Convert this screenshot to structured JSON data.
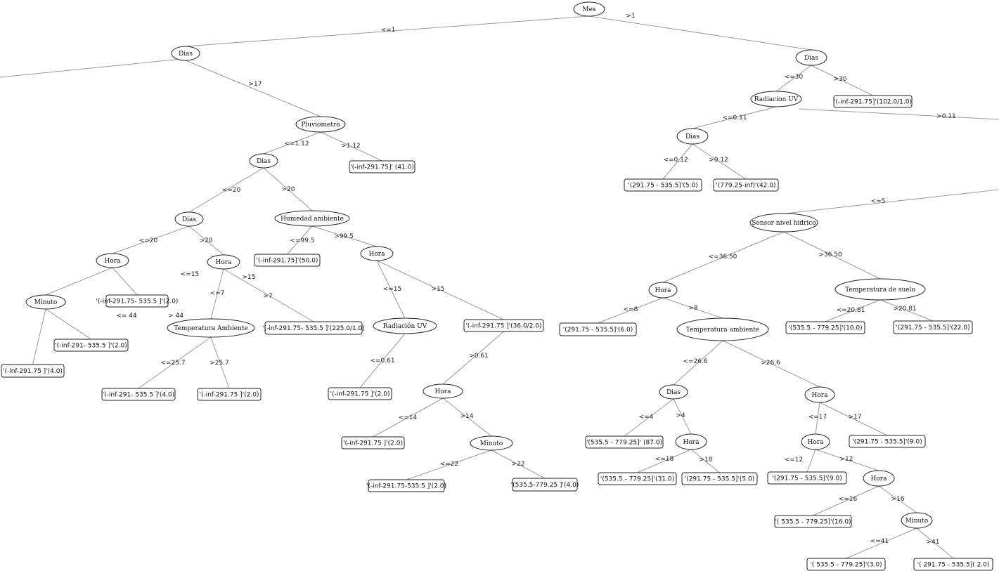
{
  "nodes": [
    {
      "id": "mes",
      "label": "Mes"
    },
    {
      "id": "diasL",
      "label": "Dias"
    },
    {
      "id": "pluv",
      "label": "Pluviometro"
    },
    {
      "id": "dias2",
      "label": "Dias"
    },
    {
      "id": "dias3",
      "label": "Dias"
    },
    {
      "id": "horaA",
      "label": "Hora"
    },
    {
      "id": "minA",
      "label": "Minuto"
    },
    {
      "id": "horaB",
      "label": "Hora"
    },
    {
      "id": "tempAmb",
      "label": "Temperatura Ambiente"
    },
    {
      "id": "humAmb",
      "label": "Humedad ambiente"
    },
    {
      "id": "horaC",
      "label": "Hora"
    },
    {
      "id": "radC",
      "label": "Radiación UV"
    },
    {
      "id": "horaD",
      "label": "Hora"
    },
    {
      "id": "minD",
      "label": "Minuto"
    },
    {
      "id": "diasR",
      "label": "Dias"
    },
    {
      "id": "radR",
      "label": "Radiacion UV"
    },
    {
      "id": "diasR2",
      "label": "Dias"
    },
    {
      "id": "sensor",
      "label": "Sensor nivel hidrico"
    },
    {
      "id": "horaE",
      "label": "Hora"
    },
    {
      "id": "tempSuelo",
      "label": "Temperatura de suelo"
    },
    {
      "id": "tempAmbR",
      "label": "Temperatura ambiente"
    },
    {
      "id": "diasF",
      "label": "Dias"
    },
    {
      "id": "horaF",
      "label": "Hora"
    },
    {
      "id": "horaG",
      "label": "Hora"
    },
    {
      "id": "horaH",
      "label": "Hora"
    },
    {
      "id": "horaI",
      "label": "Hora"
    },
    {
      "id": "minI",
      "label": "Minuto"
    }
  ],
  "leaves": [
    {
      "id": "l1",
      "label": "'(-inf-291.75]' (41.0)"
    },
    {
      "id": "l2",
      "label": "'(-inf-291.75- 535.5 ]'(2.0)"
    },
    {
      "id": "l3",
      "label": "'(-inf-291- 535.5 ]'(2.0)"
    },
    {
      "id": "l4",
      "label": "'(-inf-291.75 ]'(4.0)"
    },
    {
      "id": "l5",
      "label": "'(-inf-291.75- 535.5 ]'(225.0/1.0)"
    },
    {
      "id": "l6",
      "label": "'(-inf-291- 535.5 ]'(4.0)"
    },
    {
      "id": "l7",
      "label": "'(-inf-291.75 ]'(2.0)"
    },
    {
      "id": "l8",
      "label": "'(-inf-291.75]'(50.0)"
    },
    {
      "id": "l9",
      "label": "'(-inf-291.75 ]'(36.0/2.0)"
    },
    {
      "id": "l10",
      "label": "'(-inf-291.75 ]'(2.0)"
    },
    {
      "id": "l11",
      "label": "'(-inf-291.75 ]'(2.0)"
    },
    {
      "id": "l12",
      "label": "'(-inf-291.75-535.5 ]'(2.0)"
    },
    {
      "id": "l13",
      "label": "'(535.5-779.25 ]'(4.0)"
    },
    {
      "id": "l14",
      "label": "'(-inf-291.75]'(102.0/1.0)"
    },
    {
      "id": "l15",
      "label": "'(291.75 - 535.5]'(5.0)"
    },
    {
      "id": "l16",
      "label": "'(779.25-inf)'(42.0)"
    },
    {
      "id": "l17",
      "label": "'(291.75 - 535.5]'(6.0)"
    },
    {
      "id": "l18",
      "label": "'(535.5 - 779.25]'(10.0)"
    },
    {
      "id": "l19",
      "label": "'(291.75 - 535.5]'(22.0)"
    },
    {
      "id": "l20",
      "label": "'(535.5 - 779.25]' (87.0)"
    },
    {
      "id": "l21",
      "label": "'(535.5 - 779.25]'(31.0)"
    },
    {
      "id": "l22",
      "label": "'(291.75 - 535.5]'(5.0)"
    },
    {
      "id": "l23",
      "label": "'(291.75 - 535.5]'(9.0)"
    },
    {
      "id": "l24",
      "label": "'(291.75 - 535.5]'(9.0)"
    },
    {
      "id": "l25",
      "label": "'( 535.5 - 779.25]'(16.0)"
    },
    {
      "id": "l26",
      "label": "'( 535.5 - 779.25]'(3.0)"
    },
    {
      "id": "l27",
      "label": "'( 291.75 - 535.5]( 2.0)"
    }
  ],
  "edges": [
    {
      "from": "mes",
      "to": "diasL",
      "label": "<=1"
    },
    {
      "from": "mes",
      "to": "diasR",
      "label": ">1"
    },
    {
      "from": "diasL",
      "to": "pluv",
      "label": ">17"
    },
    {
      "from": "pluv",
      "to": "dias2",
      "label": "<=1.12"
    },
    {
      "from": "pluv",
      "to": "l1",
      "label": ">1.12"
    },
    {
      "from": "dias2",
      "to": "dias3",
      "label": "<=20"
    },
    {
      "from": "dias2",
      "to": "humAmb",
      "label": ">20"
    },
    {
      "from": "dias3",
      "to": "horaA",
      "label": "<=20"
    },
    {
      "from": "dias3",
      "to": "horaB",
      "label": ">20"
    },
    {
      "from": "horaA",
      "to": "minA",
      "label": ""
    },
    {
      "from": "horaA",
      "to": "l2",
      "label": ""
    },
    {
      "from": "minA",
      "to": "l4",
      "label": ""
    },
    {
      "from": "minA",
      "to": "l3",
      "label": ""
    },
    {
      "from": "horaB",
      "to": "tempAmb",
      "label": "<=7"
    },
    {
      "from": "horaB",
      "to": "l5",
      "label": ">7"
    },
    {
      "from": "tempAmb",
      "to": "l6",
      "label": "<=25.7"
    },
    {
      "from": "tempAmb",
      "to": "l7",
      "label": ">25.7"
    },
    {
      "from": "humAmb",
      "to": "l8",
      "label": "<=99.5"
    },
    {
      "from": "humAmb",
      "to": "horaC",
      "label": ">99.5"
    },
    {
      "from": "horaC",
      "to": "radC",
      "label": "<=15"
    },
    {
      "from": "horaC",
      "to": "l9",
      "label": ">15"
    },
    {
      "from": "radC",
      "to": "l10",
      "label": "<=0.61"
    },
    {
      "from": "l9",
      "to": "horaD",
      "label": ">0.61"
    },
    {
      "from": "horaD",
      "to": "l11",
      "label": "<=14"
    },
    {
      "from": "horaD",
      "to": "minD",
      "label": ">14"
    },
    {
      "from": "minD",
      "to": "l12",
      "label": "<=22"
    },
    {
      "from": "minD",
      "to": "l13",
      "label": ">22"
    },
    {
      "from": "diasR",
      "to": "radR",
      "label": "<=30"
    },
    {
      "from": "diasR",
      "to": "l14",
      "label": ">30"
    },
    {
      "from": "radR",
      "to": "diasR2",
      "label": "<=0.11"
    },
    {
      "from": "diasR2",
      "to": "l15",
      "label": "<=0.12"
    },
    {
      "from": "diasR2",
      "to": "l16",
      "label": ">0.12"
    },
    {
      "from": "sensor",
      "to": "horaE",
      "label": "<=36.50"
    },
    {
      "from": "sensor",
      "to": "tempSuelo",
      "label": ">36.50"
    },
    {
      "from": "horaE",
      "to": "l17",
      "label": "<=8"
    },
    {
      "from": "horaE",
      "to": "tempAmbR",
      "label": ">8"
    },
    {
      "from": "tempSuelo",
      "to": "l18",
      "label": "<=20.81"
    },
    {
      "from": "tempSuelo",
      "to": "l19",
      "label": ">20.81"
    },
    {
      "from": "tempAmbR",
      "to": "diasF",
      "label": "<=26.6"
    },
    {
      "from": "tempAmbR",
      "to": "horaG",
      "label": ">26.6"
    },
    {
      "from": "diasF",
      "to": "l20",
      "label": "<=4"
    },
    {
      "from": "diasF",
      "to": "horaF",
      "label": ">4"
    },
    {
      "from": "horaF",
      "to": "l21",
      "label": "<=18"
    },
    {
      "from": "horaF",
      "to": "l22",
      "label": ">18"
    },
    {
      "from": "horaG",
      "to": "horaH",
      "label": "<=17"
    },
    {
      "from": "horaG",
      "to": "l23",
      "label": ">17"
    },
    {
      "from": "horaH",
      "to": "l24",
      "label": "<=12"
    },
    {
      "from": "horaH",
      "to": "horaI",
      "label": ">12"
    },
    {
      "from": "horaI",
      "to": "l25",
      "label": "<=16"
    },
    {
      "from": "horaI",
      "to": "minI",
      "label": ">16"
    },
    {
      "from": "minI",
      "to": "l26",
      "label": "<=41"
    },
    {
      "from": "minI",
      "to": "l27",
      "label": ">41"
    }
  ],
  "offscreen_edges": [
    {
      "id": "o1",
      "label": ""
    },
    {
      "id": "o2",
      "label": ">0.11"
    },
    {
      "id": "o3",
      "label": "<=5"
    }
  ],
  "free_labels": [
    {
      "id": "f1",
      "label": "<=15"
    },
    {
      "id": "f2",
      "label": ">15"
    },
    {
      "id": "f3",
      "label": "<= 44"
    },
    {
      "id": "f4",
      "label": "> 44"
    }
  ]
}
